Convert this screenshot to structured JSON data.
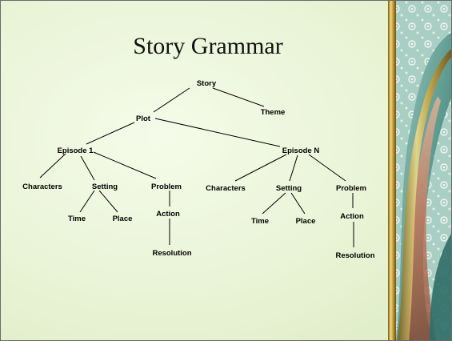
{
  "slide": {
    "title": "Story Grammar"
  },
  "diagram": {
    "nodes": {
      "story": "Story",
      "plot": "Plot",
      "theme": "Theme",
      "episode_1": "Episode 1",
      "episode_n": "Episode N",
      "ep1_characters": "Characters",
      "ep1_setting": "Setting",
      "ep1_problem": "Problem",
      "ep1_time": "Time",
      "ep1_place": "Place",
      "ep1_action": "Action",
      "ep1_resolution": "Resolution",
      "epn_characters": "Characters",
      "epn_setting": "Setting",
      "epn_problem": "Problem",
      "epn_time": "Time",
      "epn_place": "Place",
      "epn_action": "Action",
      "epn_resolution": "Resolution"
    }
  },
  "colors": {
    "background": "#eaf4d8",
    "text": "#000000",
    "border_gold": "#c9a13a",
    "panel_teal": "#6aa59c"
  }
}
